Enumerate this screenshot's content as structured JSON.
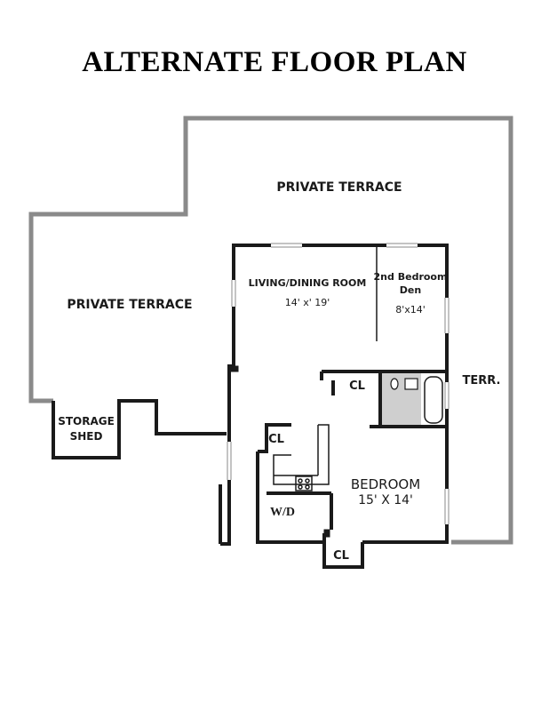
{
  "title": "ALTERNATE FLOOR PLAN",
  "rooms": {
    "private_terrace_top": "PRIVATE TERRACE",
    "private_terrace_left": "PRIVATE TERRACE",
    "terrace_right": "TERR.",
    "storage_shed_line1": "STORAGE",
    "storage_shed_line2": "SHED",
    "living_dining": "LIVING/DINING ROOM",
    "living_dining_size": "14' x' 19'",
    "second_bedroom_line1": "2nd Bedroom",
    "second_bedroom_line2": "Den",
    "second_bedroom_size": "8'x14'",
    "closet_hall": "CL",
    "closet_kitchen": "CL",
    "closet_bottom": "CL",
    "washer_dryer": "W/D",
    "bedroom": "BEDROOM",
    "bedroom_size": "15' X 14'"
  },
  "colors": {
    "terrace_outline": "#8a8a8a",
    "wall": "#1a1a1a",
    "bath_fill": "#cfcfcf"
  }
}
